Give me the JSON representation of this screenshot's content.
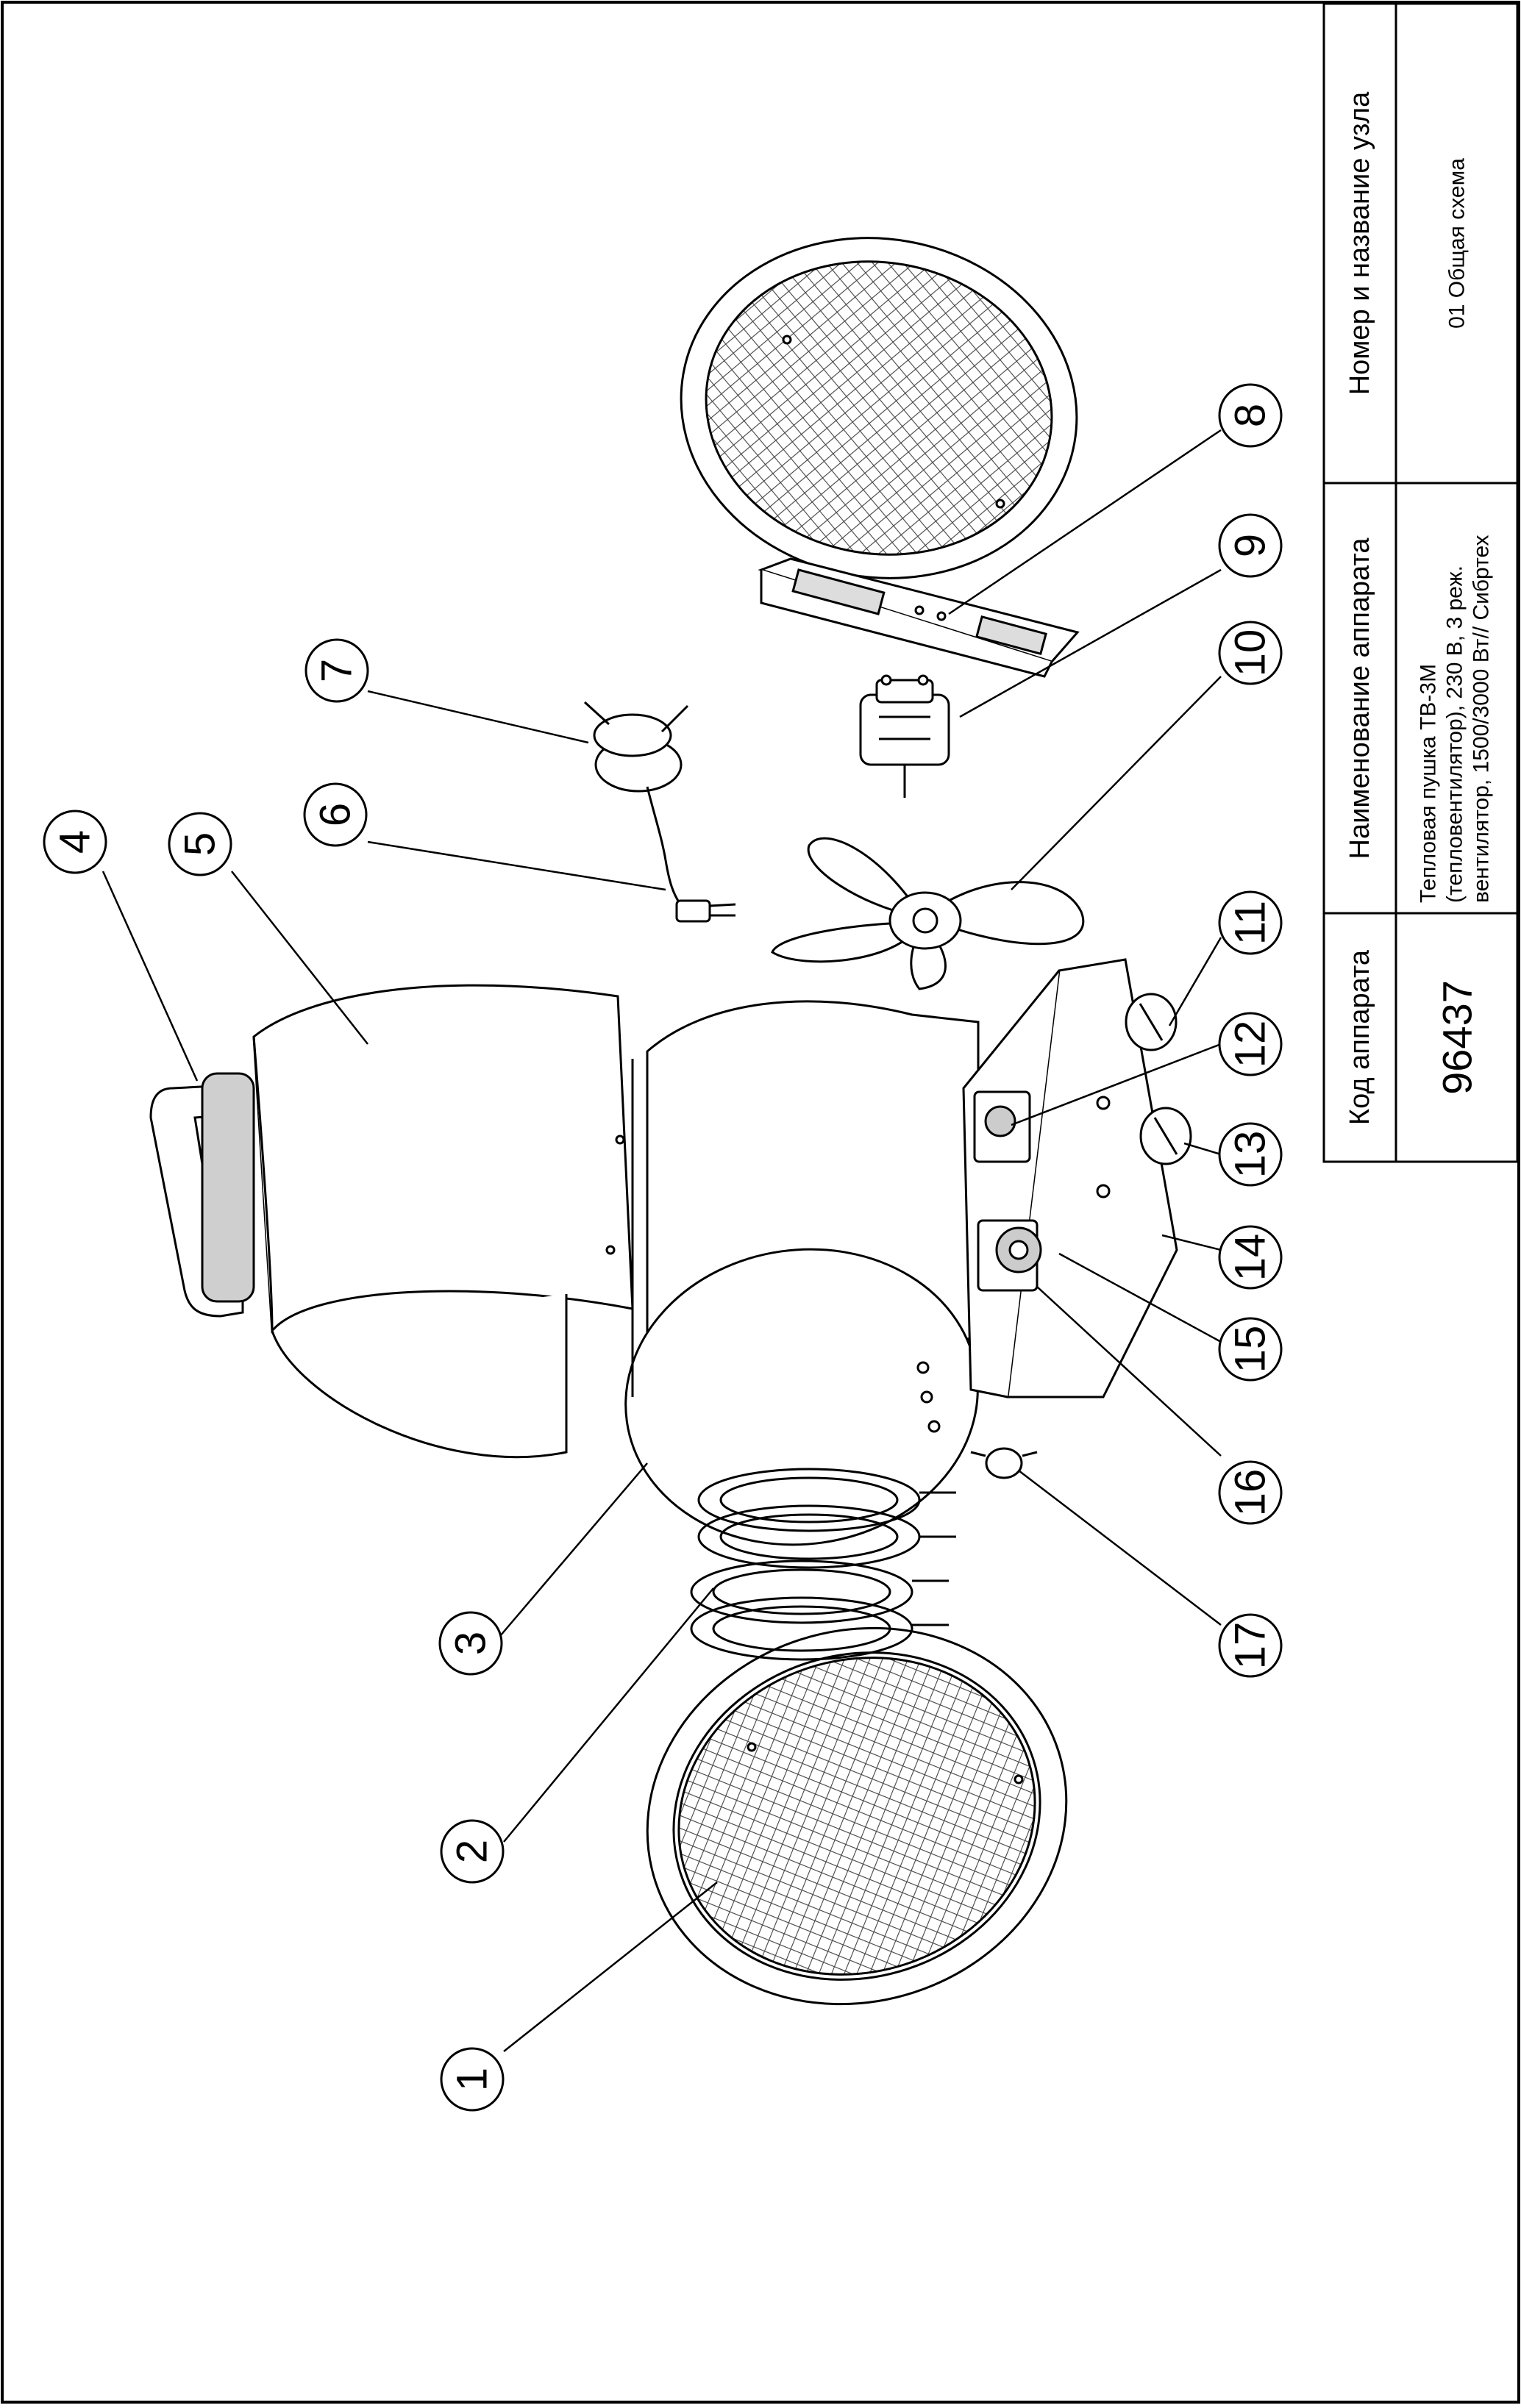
{
  "title_block": {
    "col_code_header": "Код аппарата",
    "col_name_header": "Наименование аппарата",
    "col_node_header": "Номер и название узла",
    "code_value": "96437",
    "name_lines": [
      "Тепловая пушка ТВ-3М",
      "(тепловентилятор), 230 В, 3 реж.",
      "вентилятор, 1500/3000 Вт// Сибртех"
    ],
    "node_value": "01 Общая схема"
  },
  "callouts": [
    "1",
    "2",
    "3",
    "4",
    "5",
    "6",
    "7",
    "8",
    "9",
    "10",
    "11",
    "12",
    "13",
    "14",
    "15",
    "16",
    "17"
  ],
  "colors": {
    "line": "#000000",
    "paper": "#ffffff",
    "shade": "#d9d9d9",
    "mesh": "#555555"
  }
}
